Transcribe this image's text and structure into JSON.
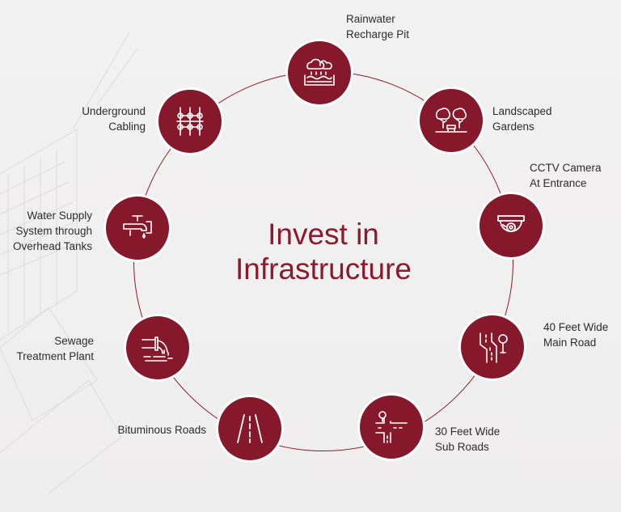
{
  "title": [
    "Invest in",
    "Infrastructure"
  ],
  "accent_color": "#86182b",
  "features": [
    {
      "icon": "rainwater-recharge-pit-icon",
      "lines": [
        "Rainwater",
        "Recharge Pit"
      ]
    },
    {
      "icon": "landscaped-gardens-icon",
      "lines": [
        "Landscaped",
        "Gardens"
      ]
    },
    {
      "icon": "cctv-camera-icon",
      "lines": [
        "CCTV Camera",
        "At Entrance"
      ]
    },
    {
      "icon": "main-road-icon",
      "lines": [
        "40 Feet Wide",
        "Main Road"
      ]
    },
    {
      "icon": "sub-roads-icon",
      "lines": [
        "30 Feet Wide",
        "Sub Roads"
      ]
    },
    {
      "icon": "bituminous-road-icon",
      "lines": [
        "Bituminous Roads"
      ]
    },
    {
      "icon": "sewage-pipe-icon",
      "lines": [
        "Sewage",
        "Treatment Plant"
      ]
    },
    {
      "icon": "water-tap-icon",
      "lines": [
        "Water Supply",
        "System through",
        "Overhead Tanks"
      ]
    },
    {
      "icon": "underground-cabling-icon",
      "lines": [
        "Underground",
        "Cabling"
      ]
    }
  ]
}
